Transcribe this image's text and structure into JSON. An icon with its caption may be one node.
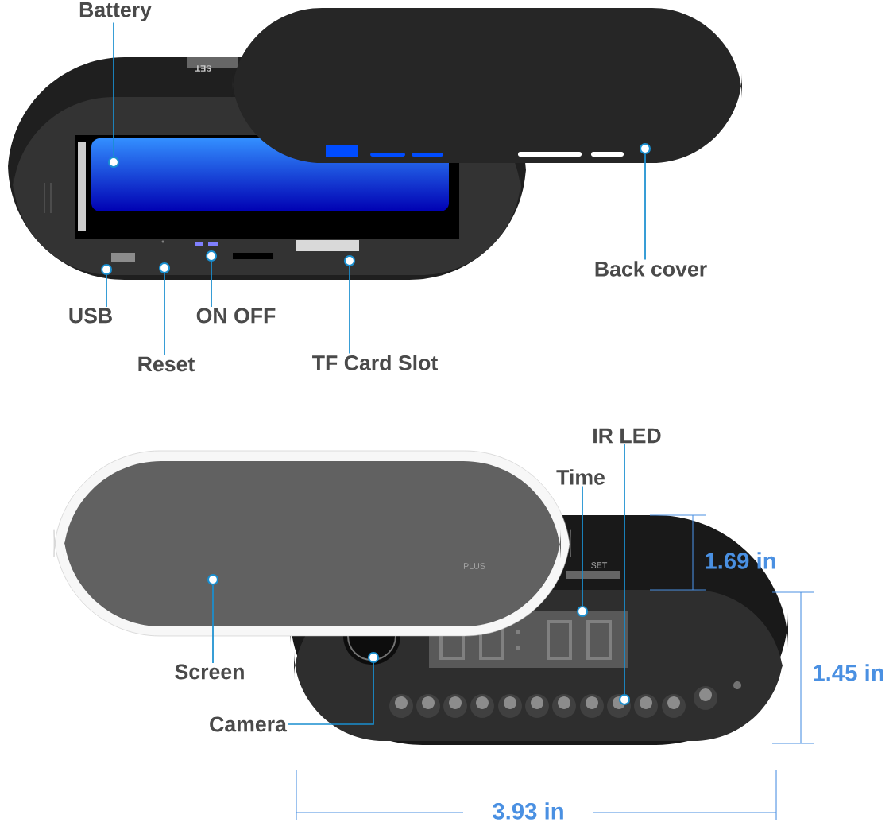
{
  "diagram": {
    "nodes": [
      {
        "text": [
          "Battery"
        ]
      },
      {
        "text": [],
        "shape": "circle"
      },
      {
        "text": [
          "Back cover"
        ]
      },
      {
        "text": [],
        "shape": "circle"
      },
      {
        "text": [
          "USB"
        ]
      },
      {
        "text": [],
        "shape": "circle"
      },
      {
        "text": [
          "ON OFF"
        ]
      },
      {
        "text": [],
        "shape": "circle"
      },
      {
        "text": [
          "Reset"
        ]
      },
      {
        "text": [],
        "shape": "circle"
      },
      {
        "text": [
          "TF Card Slot"
        ]
      },
      {
        "text": [],
        "shape": "circle"
      },
      {
        "text": [
          "IR LED"
        ]
      },
      {
        "text": [],
        "shape": "circle"
      },
      {
        "text": [
          "Time"
        ]
      },
      {
        "text": [],
        "shape": "circle"
      },
      {
        "text": [
          "Screen"
        ]
      },
      {
        "text": [],
        "shape": "circle"
      },
      {
        "text": [
          "Camera"
        ]
      },
      {
        "text": [],
        "shape": "circle"
      }
    ],
    "edges": [
      {
        "from": 0,
        "to": 1,
        "arrow": "none"
      },
      {
        "from": 2,
        "to": 3,
        "arrow": "none"
      },
      {
        "from": 4,
        "to": 5,
        "arrow": "none"
      },
      {
        "from": 6,
        "to": 7,
        "arrow": "none"
      },
      {
        "from": 8,
        "to": 9,
        "arrow": "none"
      },
      {
        "from": 10,
        "to": 11,
        "arrow": "none"
      },
      {
        "from": 12,
        "to": 13,
        "arrow": "none"
      },
      {
        "from": 14,
        "to": 15,
        "arrow": "none"
      },
      {
        "from": 16,
        "to": 17,
        "arrow": "none"
      },
      {
        "from": 18,
        "to": 19,
        "arrow": "none"
      }
    ],
    "labels": [
      "SET",
      "PLUS",
      "SET",
      "1.69 in",
      "1.45 in",
      "3.93 in"
    ]
  }
}
